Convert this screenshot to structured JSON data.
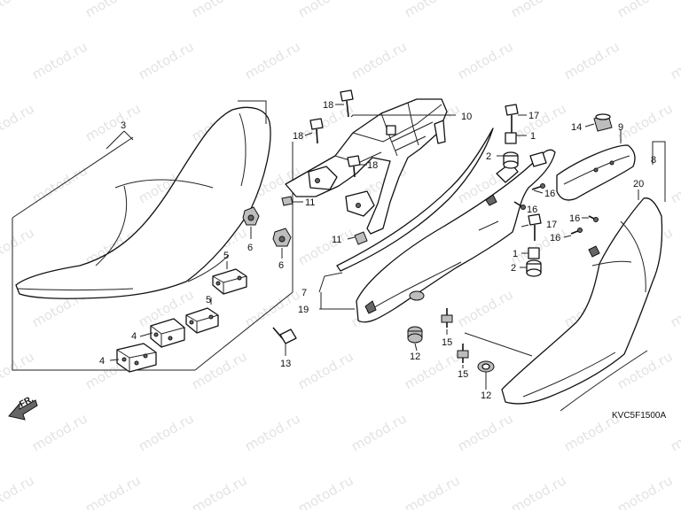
{
  "watermark": {
    "text": "motod.ru"
  },
  "diagram_code": "KVC5F1500A",
  "front_arrow_label": "FR.",
  "callouts": [
    {
      "id": "c3",
      "label": "3"
    },
    {
      "id": "c4a",
      "label": "4"
    },
    {
      "id": "c4b",
      "label": "4"
    },
    {
      "id": "c5a",
      "label": "5"
    },
    {
      "id": "c5b",
      "label": "5"
    },
    {
      "id": "c6a",
      "label": "6"
    },
    {
      "id": "c6b",
      "label": "6"
    },
    {
      "id": "c13",
      "label": "13"
    },
    {
      "id": "c18a",
      "label": "18"
    },
    {
      "id": "c18b",
      "label": "18"
    },
    {
      "id": "c18c",
      "label": "18"
    },
    {
      "id": "c10",
      "label": "10"
    },
    {
      "id": "c11a",
      "label": "11"
    },
    {
      "id": "c11b",
      "label": "11"
    },
    {
      "id": "c17a",
      "label": "17"
    },
    {
      "id": "c1a",
      "label": "1"
    },
    {
      "id": "c2a",
      "label": "2"
    },
    {
      "id": "c14",
      "label": "14"
    },
    {
      "id": "c9",
      "label": "9"
    },
    {
      "id": "c8",
      "label": "8"
    },
    {
      "id": "c20",
      "label": "20"
    },
    {
      "id": "c16a",
      "label": "16"
    },
    {
      "id": "c16b",
      "label": "16"
    },
    {
      "id": "c16c",
      "label": "16"
    },
    {
      "id": "c16d",
      "label": "16"
    },
    {
      "id": "c17b",
      "label": "17"
    },
    {
      "id": "c1b",
      "label": "1"
    },
    {
      "id": "c2b",
      "label": "2"
    },
    {
      "id": "c7",
      "label": "7"
    },
    {
      "id": "c19",
      "label": "19"
    },
    {
      "id": "c12a",
      "label": "12"
    },
    {
      "id": "c15a",
      "label": "15"
    },
    {
      "id": "c15b",
      "label": "15"
    },
    {
      "id": "c12b",
      "label": "12"
    }
  ]
}
